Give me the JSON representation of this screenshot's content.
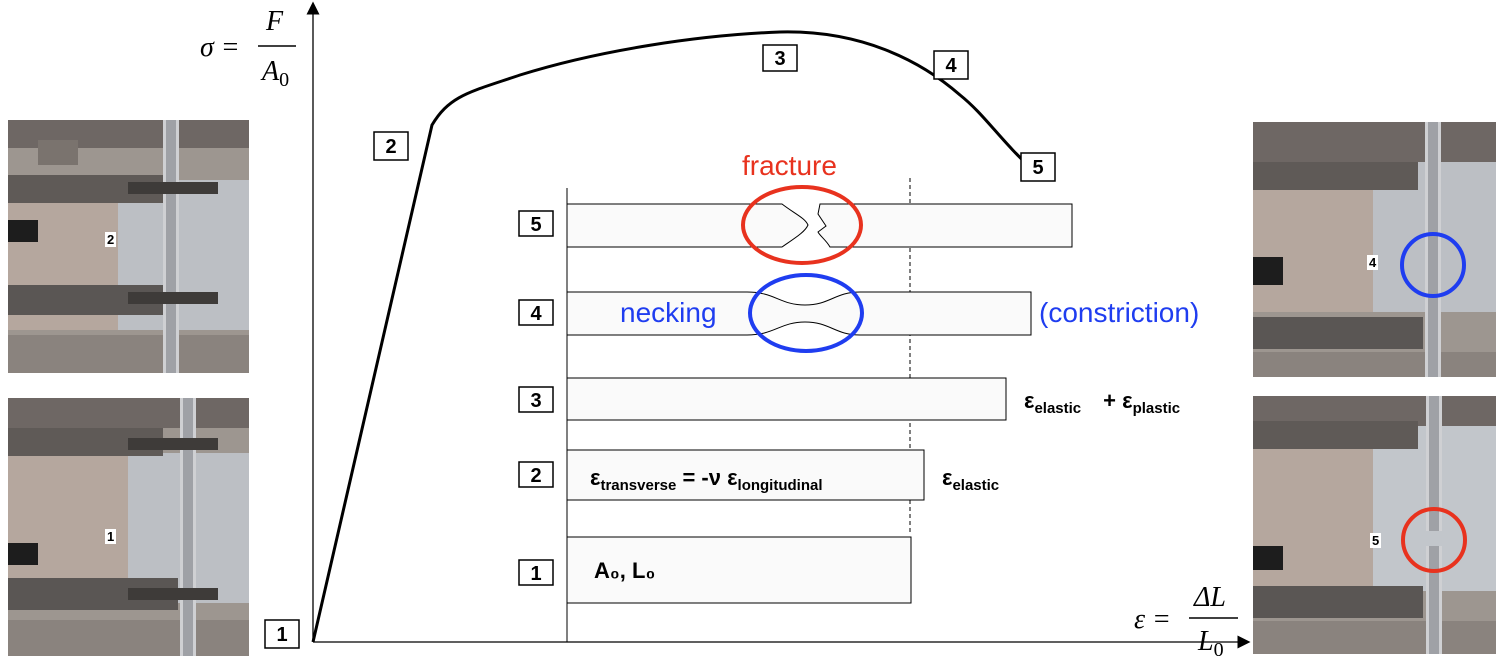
{
  "axes": {
    "y_lhs": "σ =",
    "y_num": "F",
    "y_den_base": "A",
    "y_den_sub": "0",
    "x_lhs": "ε =",
    "x_num": "ΔL",
    "x_den_base": "L",
    "x_den_sub": "0"
  },
  "curve_markers": [
    "1",
    "2",
    "3",
    "4",
    "5"
  ],
  "stages": [
    {
      "label": "1",
      "inside": "A₀, L₀"
    },
    {
      "label": "2",
      "formula_eps": "ε",
      "formula_sub1": "transverse",
      "formula_mid": " = -ν ε",
      "formula_sub2": "longitudinal",
      "right_eps": "ε",
      "right_sub": "elastic"
    },
    {
      "label": "3",
      "right_eps1": "ε",
      "right_sub1": "elastic",
      "right_plus": "+ ε",
      "right_sub2": "plastic"
    },
    {
      "label": "4",
      "left_note": "necking",
      "right_note": "(constriction)"
    },
    {
      "label": "5",
      "top_note": "fracture"
    }
  ],
  "photos": {
    "top_left": "2",
    "bottom_left": "1",
    "top_right": "4",
    "bottom_right": "5"
  },
  "colors": {
    "fracture": "#e8321e",
    "necking": "#1f3df0"
  }
}
